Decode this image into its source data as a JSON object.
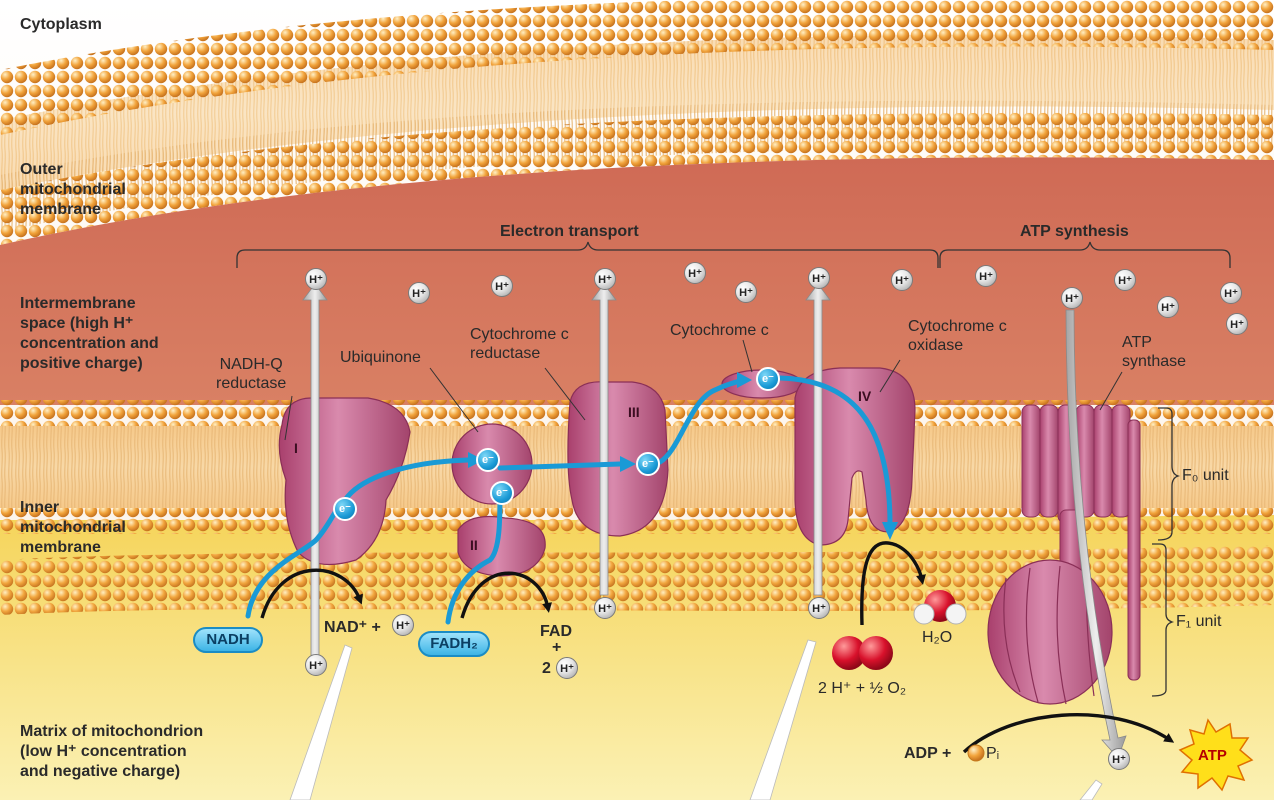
{
  "regions": {
    "cytoplasm": "Cytoplasm",
    "outer_membrane": [
      "Outer",
      "mitochondrial",
      "membrane"
    ],
    "intermembrane_space": [
      "Intermembrane",
      "space (high H⁺",
      "concentration and",
      "positive charge)"
    ],
    "inner_membrane": [
      "Inner",
      "mitochondrial",
      "membrane"
    ],
    "matrix": [
      "Matrix of mitochondrion",
      "(low H⁺ concentration",
      "and negative charge)"
    ]
  },
  "brackets": {
    "electron_transport": "Electron transport",
    "atp_synthesis": "ATP synthesis",
    "f0_unit": "F₀ unit",
    "f1_unit": "F₁ unit"
  },
  "complexes": {
    "nadh_q_reductase": [
      "NADH-Q",
      "reductase"
    ],
    "ubiquinone": "Ubiquinone",
    "cytochrome_c_reductase": [
      "Cytochrome c",
      "reductase"
    ],
    "cytochrome_c": "Cytochrome c",
    "cytochrome_c_oxidase": [
      "Cytochrome c",
      "oxidase"
    ],
    "atp_synthase": [
      "ATP",
      "synthase"
    ],
    "roman": {
      "one": "I",
      "two": "II",
      "three": "III",
      "four": "IV"
    }
  },
  "molecules": {
    "nadh": "NADH",
    "nad_plus": "NAD⁺ +",
    "fadh2": "FADH₂",
    "fad": "FAD",
    "plus": "+",
    "two": "2",
    "h2o": "H₂O",
    "oxygen_eq": "2 H⁺ + ½ O₂",
    "adp": "ADP +",
    "pi": "Pᵢ",
    "atp": "ATP"
  },
  "particles": {
    "proton": "H⁺",
    "electron": "e⁻"
  },
  "colors": {
    "head_orange": "#f2a43c",
    "intermembrane_red": "#d9745f",
    "matrix_yellow": "#f6df6a",
    "protein_magenta": "#c05a86",
    "electron_blue": "#1a9ad6"
  }
}
